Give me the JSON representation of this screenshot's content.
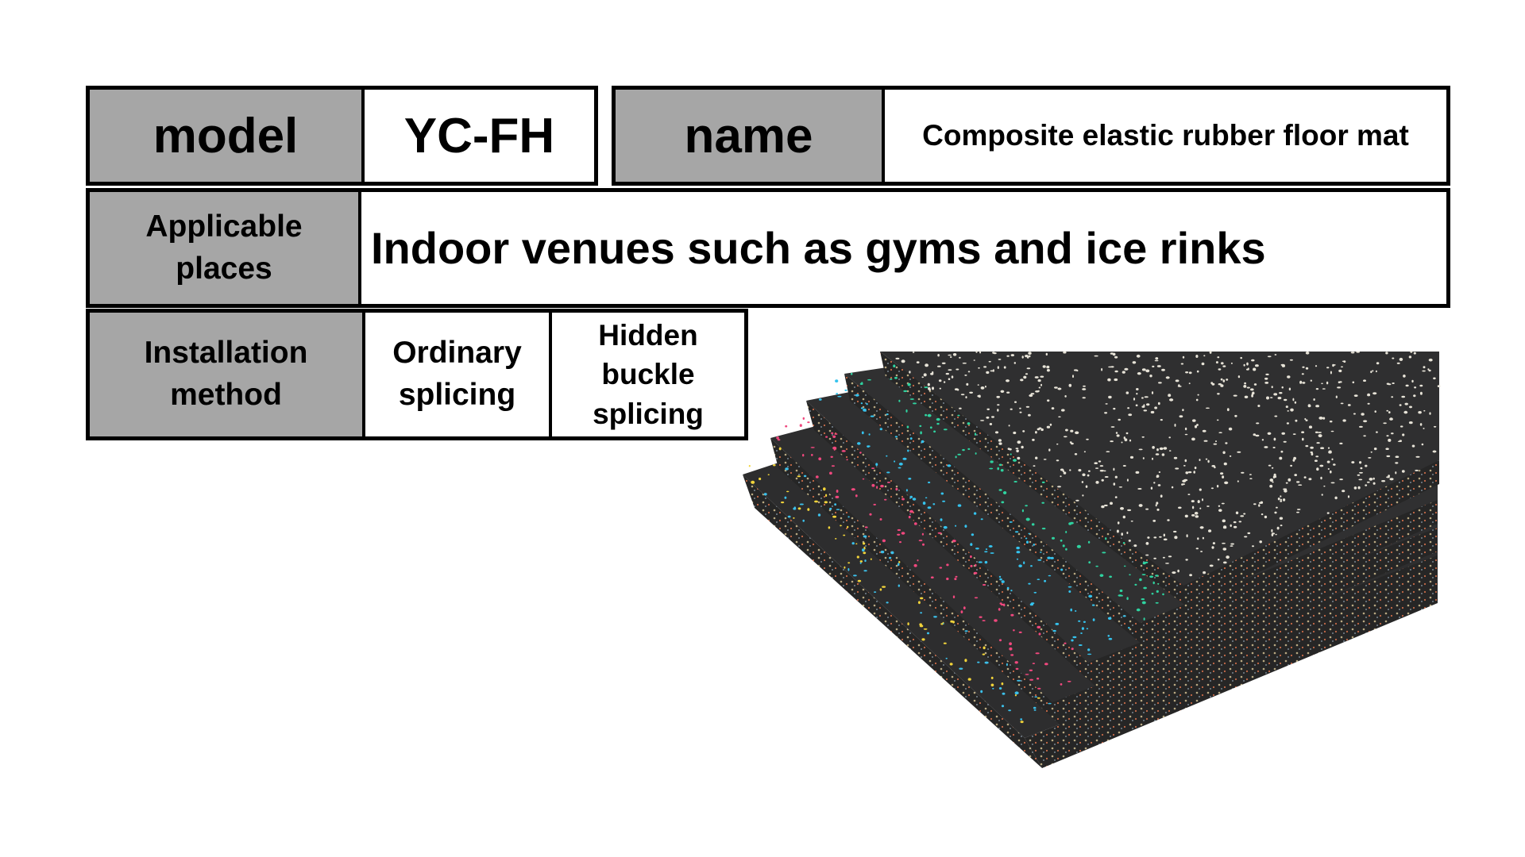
{
  "spec_table": {
    "model": {
      "label": "model",
      "value": "YC-FH"
    },
    "name": {
      "label": "name",
      "value": "Composite elastic rubber floor mat"
    },
    "applicable_places": {
      "label": "Applicable places",
      "label_lines": [
        "Applicable",
        "places"
      ],
      "value": "Indoor venues such as gyms and ice rinks"
    },
    "installation_method": {
      "label": "Installation method",
      "label_lines": [
        "Installation",
        "method"
      ],
      "options": [
        {
          "label": "Ordinary splicing",
          "lines": [
            "Ordinary",
            "splicing"
          ]
        },
        {
          "label": "Hidden buckle splicing",
          "lines": [
            "Hidden",
            "buckle",
            "splicing"
          ]
        }
      ]
    }
  },
  "product_image": {
    "description": "Stack of five black rubber floor mats with colored speckles",
    "sheets": [
      {
        "speckle": "white",
        "color": "#e8e4d8"
      },
      {
        "speckle": "green",
        "color": "#2fd3a0"
      },
      {
        "speckle": "blue",
        "color": "#35c3ee"
      },
      {
        "speckle": "pink",
        "color": "#f0487e"
      },
      {
        "speckle": "yellow-blue",
        "color": "#f2d43a",
        "color2": "#3cc0ea"
      }
    ]
  },
  "colors": {
    "label_bg": "#a6a6a6",
    "value_bg": "#ffffff",
    "border": "#000000",
    "mat": "#2b2b2c"
  }
}
